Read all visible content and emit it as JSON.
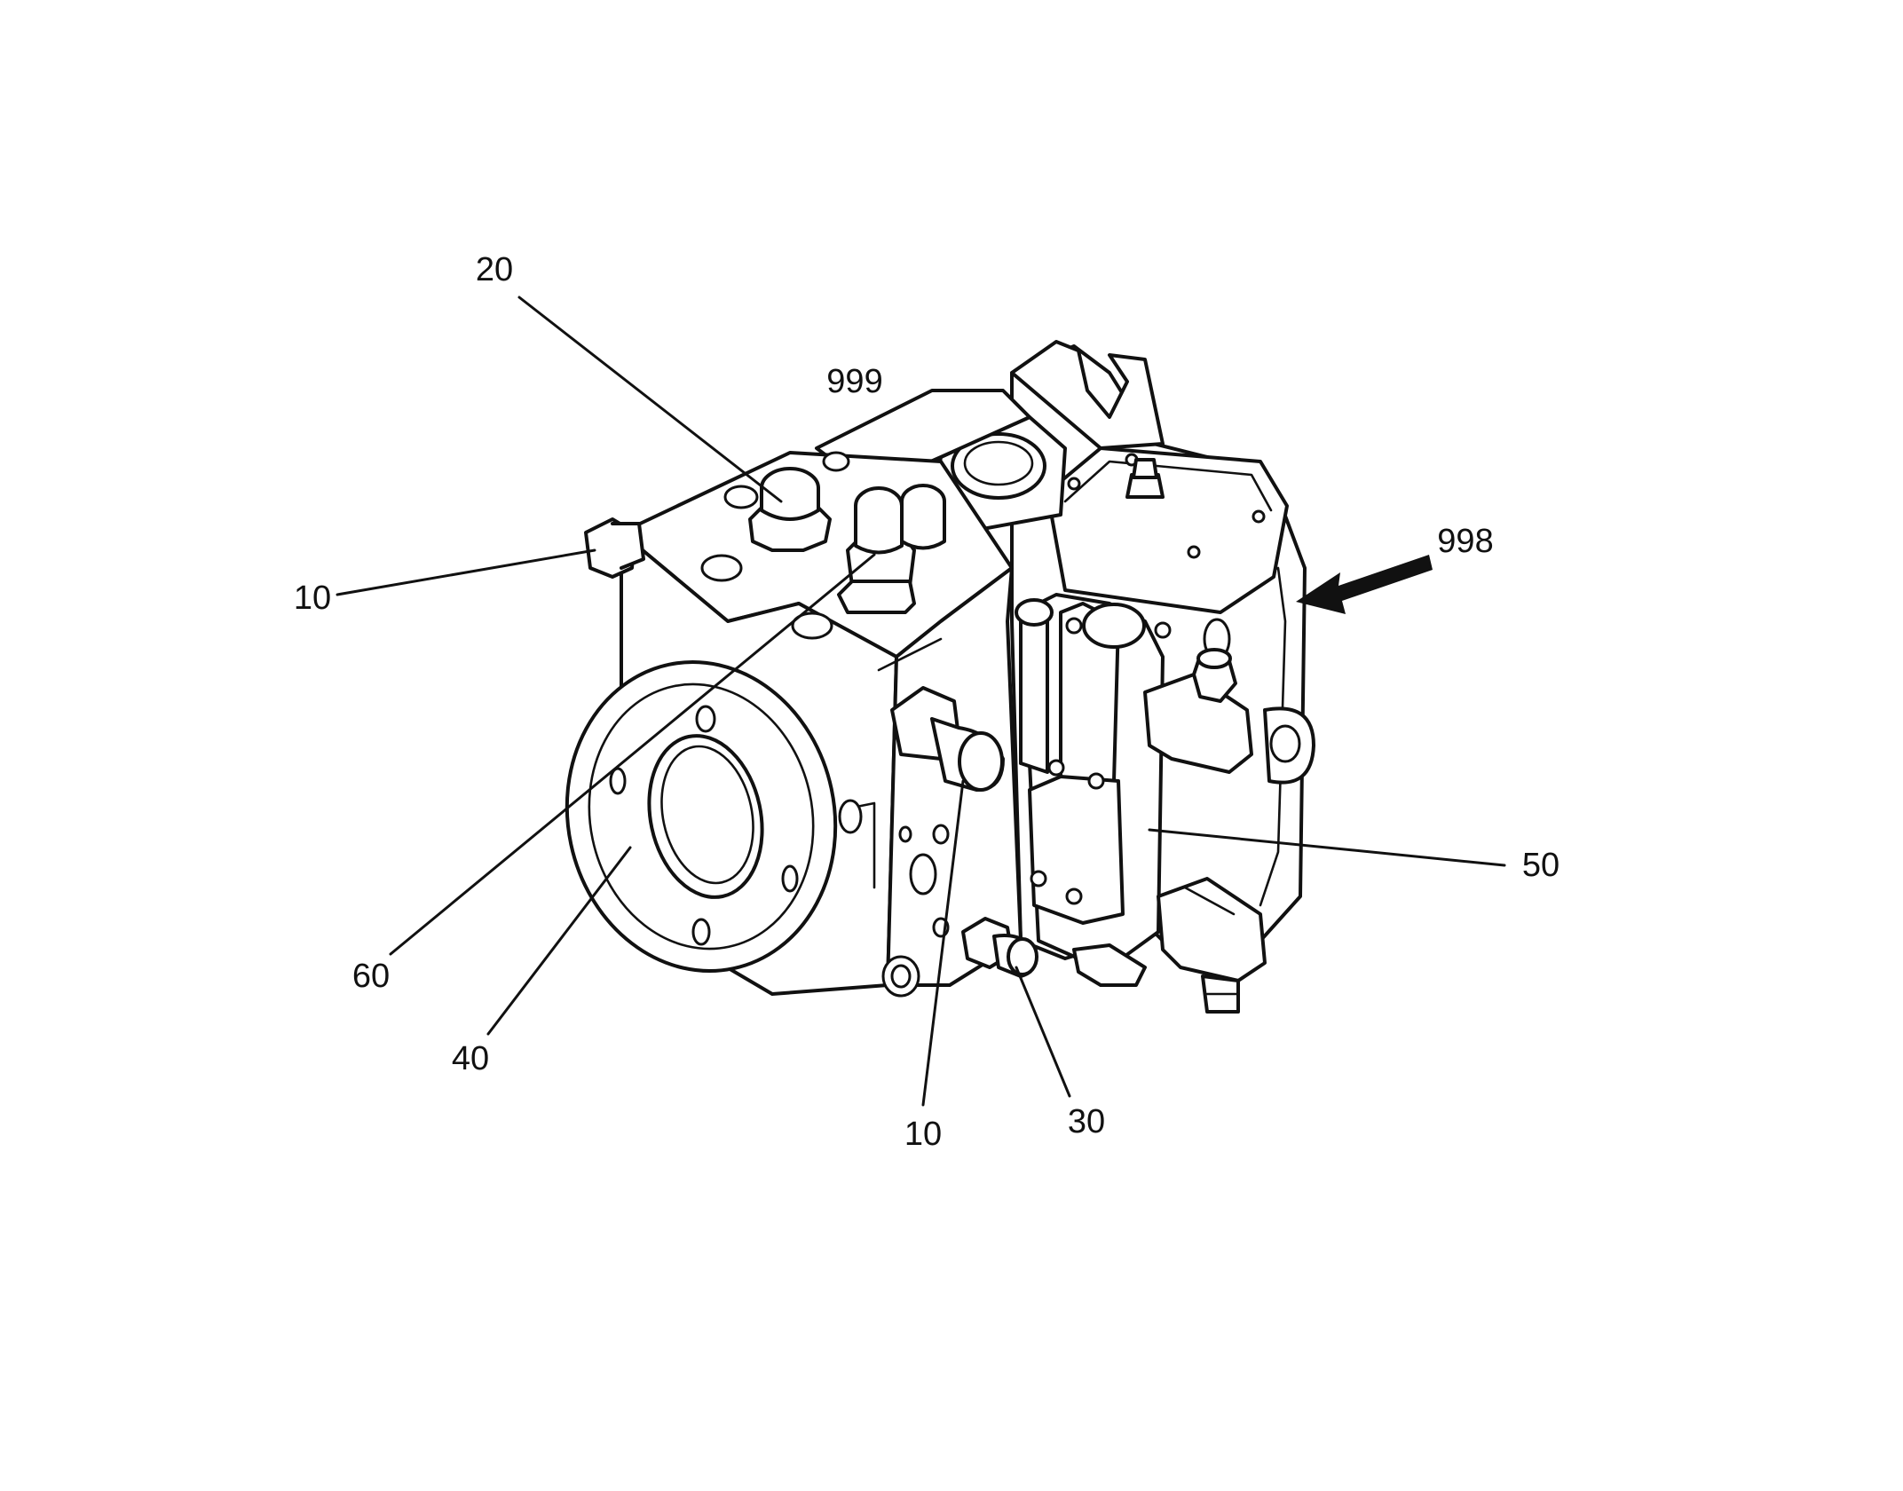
{
  "figure": {
    "labels": [
      {
        "id": "label-20",
        "text": "20"
      },
      {
        "id": "label-999",
        "text": "999"
      },
      {
        "id": "label-998",
        "text": "998"
      },
      {
        "id": "label-10-left",
        "text": "10"
      },
      {
        "id": "label-50",
        "text": "50"
      },
      {
        "id": "label-60",
        "text": "60"
      },
      {
        "id": "label-40",
        "text": "40"
      },
      {
        "id": "label-10-bottom",
        "text": "10"
      },
      {
        "id": "label-30",
        "text": "30"
      }
    ]
  }
}
